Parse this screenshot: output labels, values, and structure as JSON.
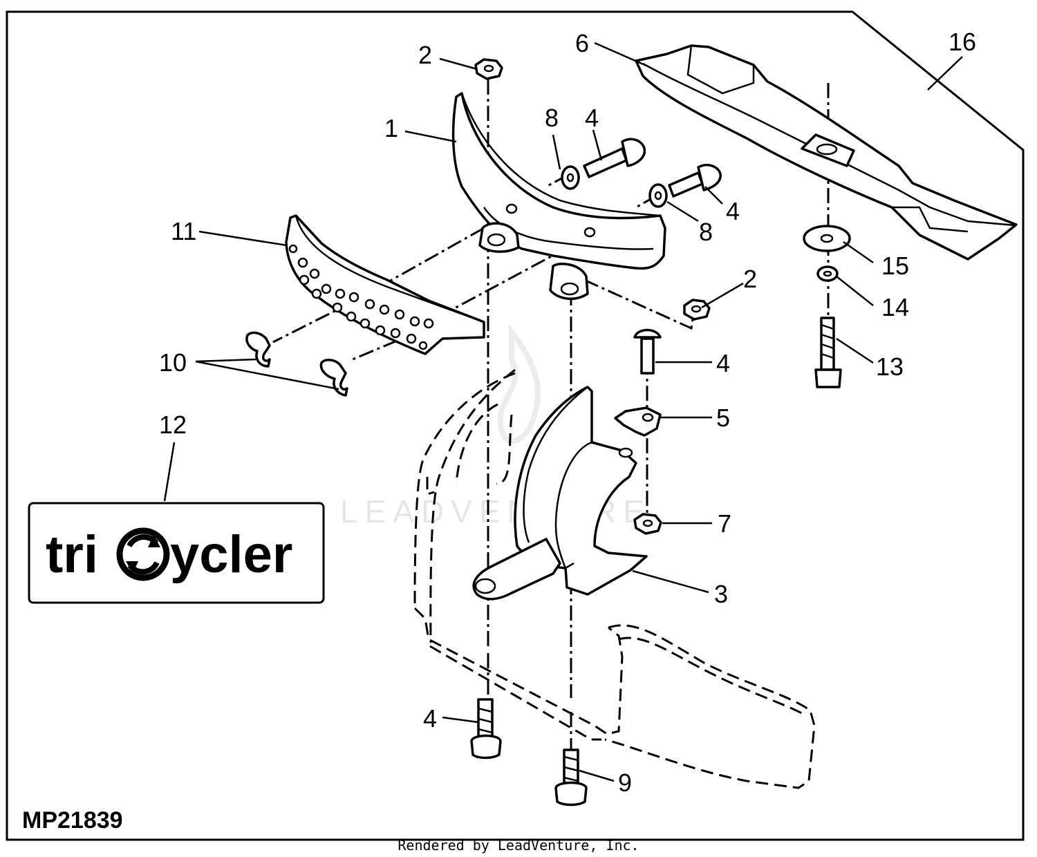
{
  "figure_id": "MP21839",
  "footer": "Rendered by LeadVenture, Inc.",
  "watermark": "LEADVENTURE",
  "logo": {
    "prefix": "tri",
    "suffix": "ycler"
  },
  "callouts": {
    "c1": "1",
    "c2a": "2",
    "c2b": "2",
    "c3": "3",
    "c4a": "4",
    "c4b": "4",
    "c4c": "4",
    "c4d": "4",
    "c5": "5",
    "c6": "6",
    "c7": "7",
    "c8a": "8",
    "c8b": "8",
    "c9": "9",
    "c10": "10",
    "c11": "11",
    "c12": "12",
    "c13": "13",
    "c14": "14",
    "c15": "15",
    "c16": "16"
  }
}
